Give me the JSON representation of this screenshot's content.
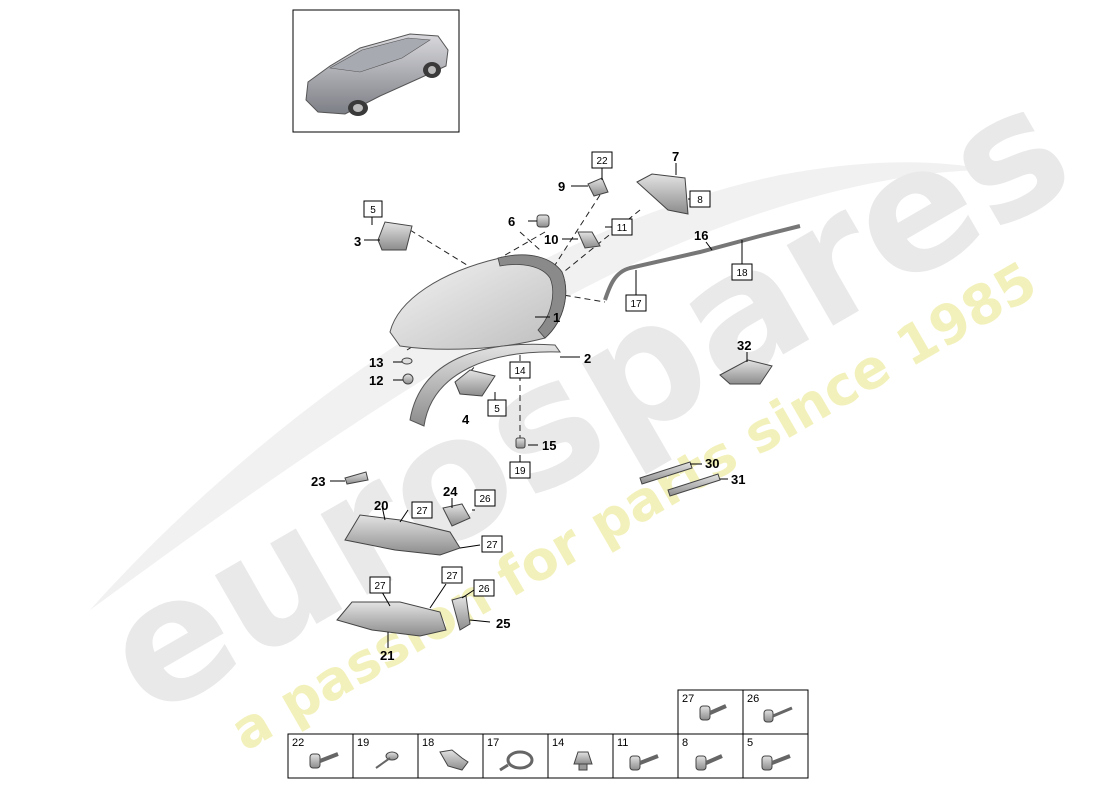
{
  "watermark": {
    "brand": "eurospares",
    "slogan": "a passion for parts since 1985"
  },
  "callouts_plain": [
    "1",
    "2",
    "3",
    "4",
    "6",
    "7",
    "9",
    "10",
    "12",
    "13",
    "15",
    "16",
    "20",
    "21",
    "23",
    "24",
    "25",
    "30",
    "31",
    "32"
  ],
  "callouts_boxed": [
    "5",
    "5",
    "8",
    "11",
    "14",
    "17",
    "18",
    "19",
    "22",
    "26",
    "26",
    "27",
    "27",
    "27",
    "27"
  ],
  "hardware_table": {
    "top_row": [
      "27",
      "26"
    ],
    "bottom_row": [
      "22",
      "19",
      "18",
      "17",
      "14",
      "11",
      "8",
      "5"
    ]
  }
}
